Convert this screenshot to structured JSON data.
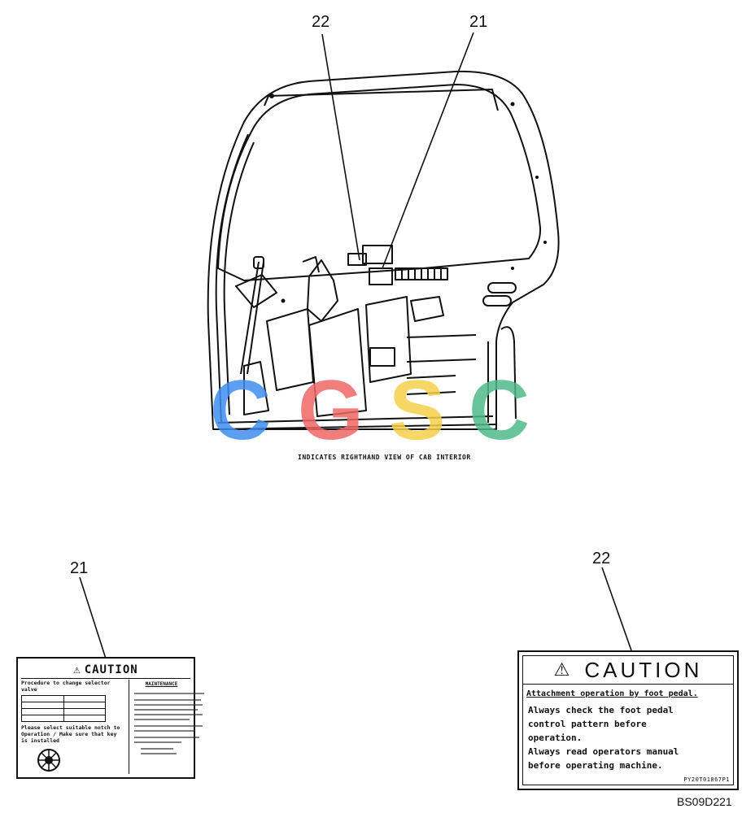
{
  "callouts": {
    "top_left": "22",
    "top_right": "21",
    "label_a": "21",
    "label_b": "22"
  },
  "caption": "INDICATES RIGHTHAND VIEW OF CAB INTERIOR",
  "watermark": {
    "letters": [
      "C",
      "G",
      "S",
      "C"
    ],
    "colors": [
      "#3f8ef0",
      "#f06666",
      "#f5cf4a",
      "#4fb88a"
    ]
  },
  "label_21": {
    "title": "CAUTION",
    "procedure": "Procedure to change selector valve",
    "rows": [
      "",
      "",
      "",
      ""
    ],
    "notes": "Please select suitable notch to Operation / Make sure that key is installed",
    "maintenance_title": "MAINTENANCE"
  },
  "label_22": {
    "title": "CAUTION",
    "subtitle": "Attachment operation by foot pedal.",
    "lines": [
      "Always check the foot pedal",
      "control pattern before",
      "operation.",
      "Always read operators manual",
      "before operating machine."
    ],
    "code": "PY20T01067P1"
  },
  "drawing_id": "BS09D221"
}
